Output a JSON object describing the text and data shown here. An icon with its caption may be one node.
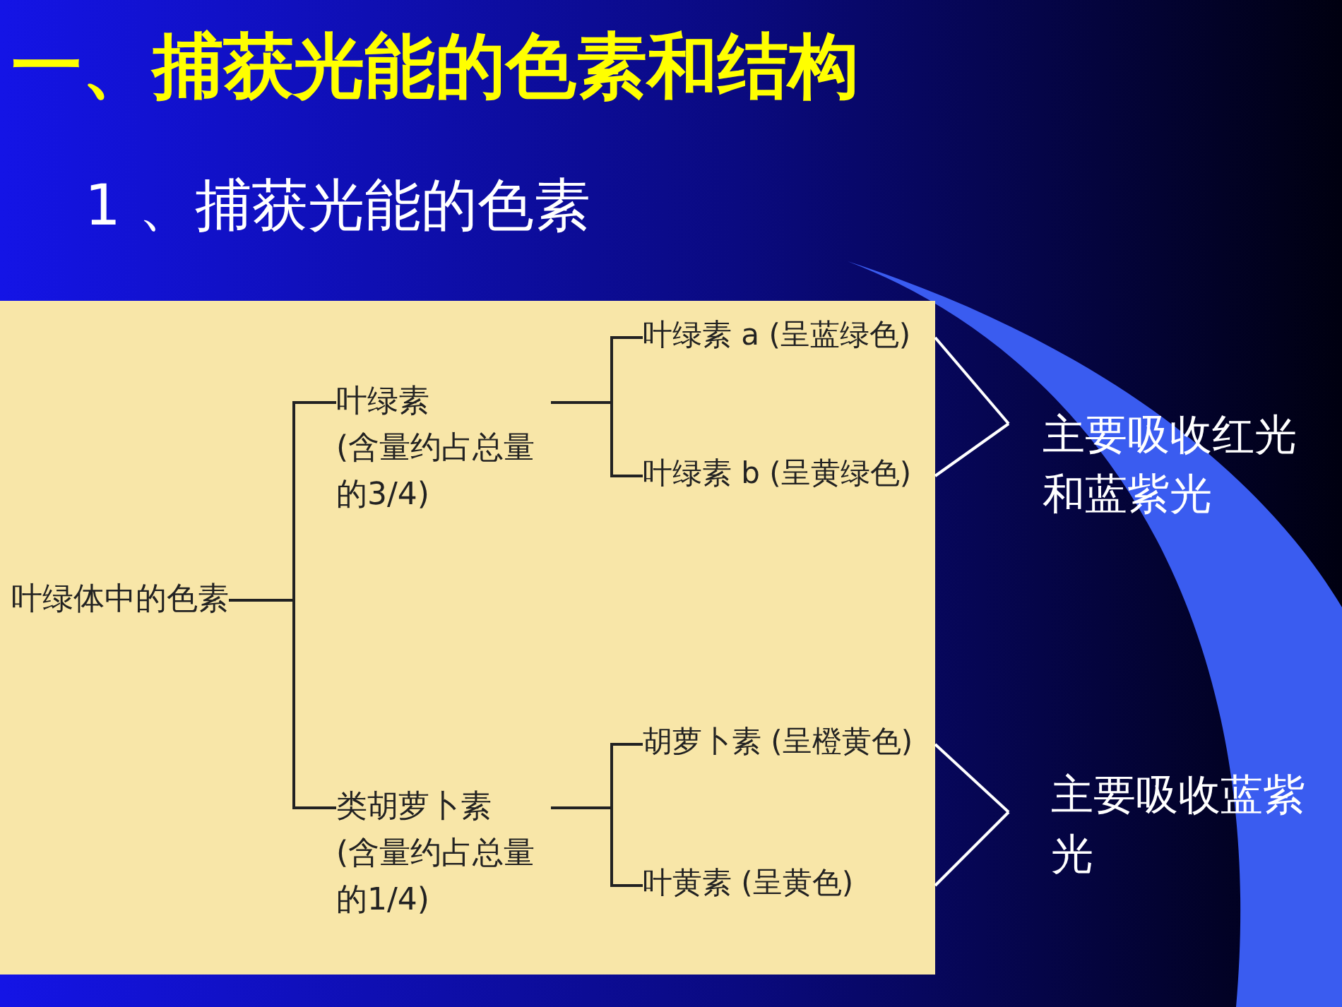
{
  "diagram": {
    "title": "一、捕获光能的色素和结构",
    "nodes": [
      {
        "text": [
          "叶绿体中的色素"
        ]
      },
      {
        "text": [
          "叶绿素",
          "(含量约占总量的3/4)"
        ]
      },
      {
        "text": [
          "叶绿素 a (呈蓝绿色)"
        ]
      },
      {
        "text": [
          "叶绿素 b (呈黄绿色)"
        ]
      },
      {
        "text": [
          "类胡萝卜素",
          "(含量约占总量的1/4)"
        ]
      },
      {
        "text": [
          "胡萝卜素 (呈橙黄色)"
        ]
      },
      {
        "text": [
          "叶黄素 (呈黄色)"
        ]
      },
      {
        "text": [
          "主要吸收红光和蓝紫光"
        ]
      },
      {
        "text": [
          "主要吸收蓝紫光"
        ]
      }
    ],
    "edges": [
      {
        "from": 0,
        "to": 1,
        "arrow": "none"
      },
      {
        "from": 0,
        "to": 4,
        "arrow": "none"
      },
      {
        "from": 1,
        "to": 2,
        "arrow": "none"
      },
      {
        "from": 1,
        "to": 3,
        "arrow": "none"
      },
      {
        "from": 4,
        "to": 5,
        "arrow": "none"
      },
      {
        "from": 4,
        "to": 6,
        "arrow": "none"
      },
      {
        "from": 2,
        "to": 7,
        "arrow": "none",
        "color": "#ffffff"
      },
      {
        "from": 3,
        "to": 7,
        "arrow": "none",
        "color": "#ffffff"
      },
      {
        "from": 5,
        "to": 8,
        "arrow": "none",
        "color": "#ffffff"
      },
      {
        "from": 6,
        "to": 8,
        "arrow": "none",
        "color": "#ffffff"
      }
    ],
    "labels": [
      "1 、捕获光能的色素"
    ]
  }
}
